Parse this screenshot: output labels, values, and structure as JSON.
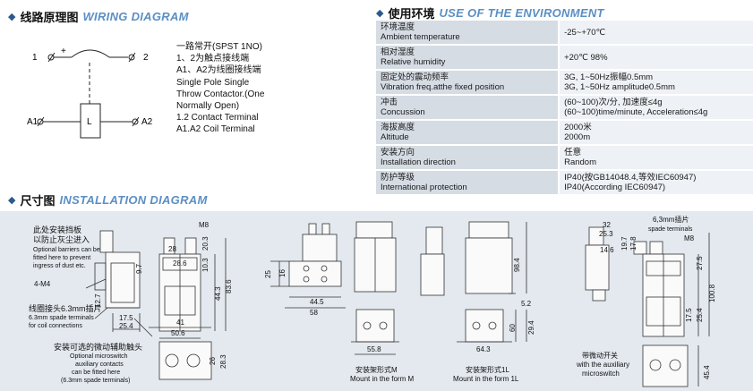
{
  "wiring": {
    "cn": "线路原理图",
    "en": "WIRING DIAGRAM",
    "diagram": {
      "n1": "1",
      "n2": "2",
      "plus": "+",
      "a1": "A1",
      "a2": "A2",
      "coil": "L"
    },
    "desc": [
      "一路常开(SPST 1NO)",
      "1、2为触点接线端",
      "A1、A2为线圈接线端",
      "Single Pole Single",
      "Throw Contactor.(One",
      "Normally Open)",
      "1.2 Contact Terminal",
      "A1.A2 Coil Terminal"
    ]
  },
  "environment": {
    "cn": "使用环境",
    "en": "USE OF THE ENVIRONMENT",
    "rows": [
      {
        "label_cn": "环境温度",
        "label_en": "Ambient temperature",
        "value": [
          "-25~+70℃"
        ]
      },
      {
        "label_cn": "相对湿度",
        "label_en": "Relative humidity",
        "value": [
          "+20℃  98%"
        ]
      },
      {
        "label_cn": "固定处的震动频率",
        "label_en": "Vibration freq.atthe fixed position",
        "value": [
          "3G, 1~50Hz振幅0.5mm",
          "3G, 1~50Hz amplitude0.5mm"
        ]
      },
      {
        "label_cn": "冲击",
        "label_en": "Concussion",
        "value": [
          "(60~100)次/分, 加速度≤4g",
          "(60~100)time/minute, Acceleration≤4g"
        ]
      },
      {
        "label_cn": "海拔高度",
        "label_en": "Altitude",
        "value": [
          "2000米",
          "2000m"
        ]
      },
      {
        "label_cn": "安装方向",
        "label_en": "Installation direction",
        "value": [
          "任意",
          "Random"
        ]
      },
      {
        "label_cn": "防护等级",
        "label_en": "International protection",
        "value": [
          "IP40(按GB14048.4,等效IEC60947)",
          "IP40(According IEC60947)"
        ]
      }
    ]
  },
  "installation": {
    "cn": "尺寸图",
    "en": "INSTALLATION DIAGRAM",
    "note_barrier": [
      "此处安装挡板",
      "以防止灰尘进入",
      "Optional barriers can be",
      "fitted here to prevent",
      "ingress of dust etc."
    ],
    "note_coil": [
      "线圈接头6.3mm插片",
      "6.3mm spade terminals",
      "for coil connections"
    ],
    "note_aux": [
      "安装可选的微动辅助触头",
      "Optional microswitch",
      "auxiliary contacts",
      "can be fitted here",
      "(6.3mm spade terminals)"
    ],
    "label_m8": "M8",
    "label_4m4": "4-M4",
    "label_spade": [
      "6,3mm插片",
      "spade terminals"
    ],
    "mount_m": [
      "安装架形式M",
      "Mount in the form M"
    ],
    "mount_1l": [
      "安装架形式1L",
      "Mount in the form 1L"
    ],
    "aux_switch": [
      "带微动开关",
      "with the auxiliary",
      "microswitch"
    ],
    "dims": {
      "d1_97": "9.7",
      "d1_127": "12.7",
      "d1_175": "17.5",
      "d1_254": "25.4",
      "d2_28": "28",
      "d2_286": "28.6",
      "d2_203": "20.3",
      "d2_103": "10.3",
      "d2_443": "44.3",
      "d2_836": "83.6",
      "d2_41": "41",
      "d2_506": "50.6",
      "d2_26": "26",
      "d2_283": "28.3",
      "d3_25": "25",
      "d3_16": "16",
      "d3_445": "44.5",
      "d3_58": "58",
      "d3_558": "55.8",
      "d4_984": "98.4",
      "d4_52": "5.2",
      "d4_60": "60",
      "d4_294": "29.4",
      "d4_643": "64.3",
      "d5_32": "32",
      "d5_253": "25.3",
      "d5_197": "19.7",
      "d5_178": "17.8",
      "d5_146": "14.6",
      "d5_275": "27.5",
      "d5_1008": "100.8",
      "d5_175": "17.5",
      "d5_254": "25.4",
      "d5_454": "45.4"
    }
  }
}
